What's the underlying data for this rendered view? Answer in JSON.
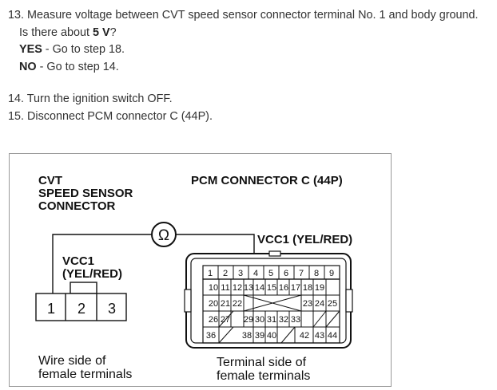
{
  "steps": {
    "s13": {
      "num": "13.",
      "text": "Measure voltage between CVT speed sensor connector terminal No. 1 and body ground."
    },
    "s13_question_pre": "Is there about ",
    "s13_question_val": "5 V",
    "s13_question_post": "?",
    "yes_label": "YES",
    "yes_text": " - Go to step 18.",
    "no_label": "NO",
    "no_text": " - Go to step 14.",
    "s14": {
      "num": "14.",
      "text": "Turn the ignition switch OFF."
    },
    "s15": {
      "num": "15.",
      "text": "Disconnect PCM connector C (44P)."
    }
  },
  "figure": {
    "cvt_title": [
      "CVT",
      "SPEED SENSOR",
      "CONNECTOR"
    ],
    "pcm_title": "PCM CONNECTOR C (44P)",
    "ohm_symbol": "Ω",
    "vcc1_left": [
      "VCC1",
      "(YEL/RED)"
    ],
    "vcc1_right": "VCC1 (YEL/RED)",
    "cvt_pins": [
      "1",
      "2",
      "3"
    ],
    "pcm_rows": [
      [
        "1",
        "2",
        "3",
        "4",
        "5",
        "6",
        "7",
        "8",
        "9"
      ],
      [
        "10",
        "11",
        "12",
        "13",
        "14",
        "15",
        "16",
        "17",
        "18",
        "19"
      ],
      [
        "20",
        "21",
        "22",
        "23",
        "24",
        "25"
      ],
      [
        "26",
        "27",
        "29",
        "30",
        "31",
        "32",
        "33"
      ],
      [
        "36",
        "38",
        "39",
        "40",
        "42",
        "43",
        "44"
      ]
    ],
    "caption_left": [
      "Wire side of",
      "female terminals"
    ],
    "caption_right": [
      "Terminal side of",
      "female terminals"
    ]
  }
}
